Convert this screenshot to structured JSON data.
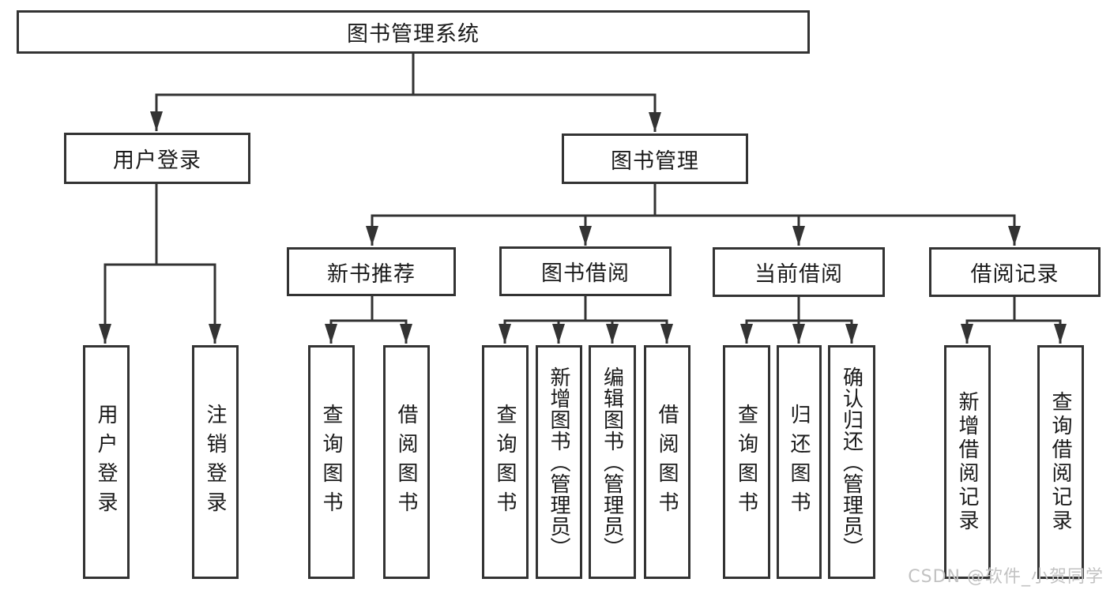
{
  "root": {
    "label": "图书管理系统"
  },
  "level2": [
    {
      "label": "用户登录"
    },
    {
      "label": "图书管理"
    }
  ],
  "level3": [
    {
      "label": "新书推荐"
    },
    {
      "label": "图书借阅"
    },
    {
      "label": "当前借阅"
    },
    {
      "label": "借阅记录"
    }
  ],
  "leaves": [
    {
      "label": "用户登录"
    },
    {
      "label": "注销登录"
    },
    {
      "label": "查询图书"
    },
    {
      "label": "借阅图书"
    },
    {
      "label": "查询图书"
    },
    {
      "label": "新增图书（管理员）"
    },
    {
      "label": "编辑图书（管理员）"
    },
    {
      "label": "借阅图书"
    },
    {
      "label": "查询图书"
    },
    {
      "label": "归还图书"
    },
    {
      "label": "确认归还（管理员）"
    },
    {
      "label": "新增借阅记录"
    },
    {
      "label": "查询借阅记录"
    }
  ],
  "watermark": {
    "text": "CSDN @软件_小贺同学"
  },
  "colors": {
    "line": "#333333",
    "box_border": "#333333",
    "box_fill": "#ffffff",
    "text": "#1a1a1a",
    "watermark": "#c2c2c2"
  }
}
